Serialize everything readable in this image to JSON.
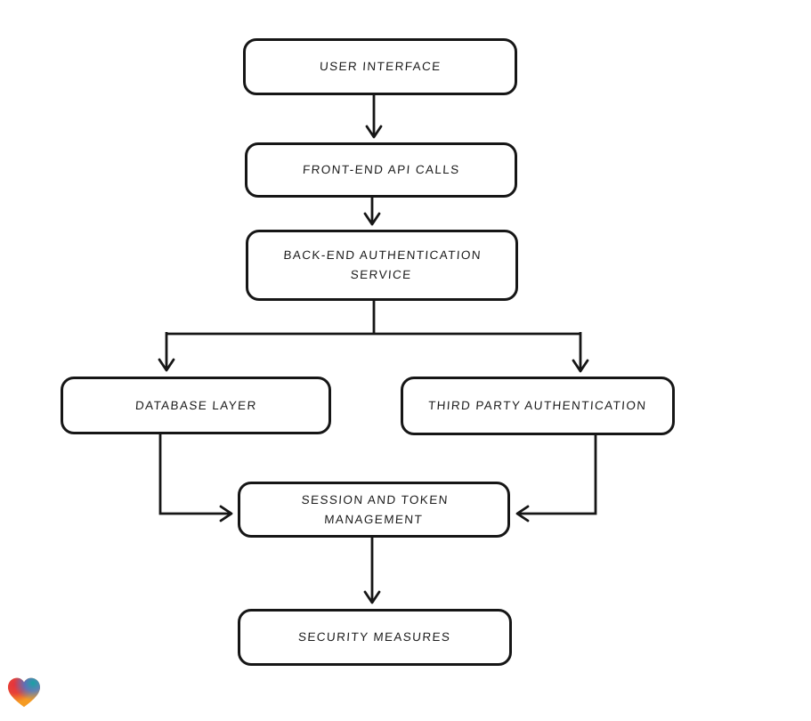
{
  "colors": {
    "background": "#ffffff",
    "stroke": "#161616",
    "text": "#1c1c1c",
    "logo_red": "#e5333c",
    "logo_teal": "#16a3a3",
    "logo_blue": "#3f7ad6",
    "logo_orange": "#f59b23"
  },
  "nodes": [
    {
      "id": "user-interface",
      "label": "USER INTERFACE"
    },
    {
      "id": "front-end-api-calls",
      "label": "FRONT-END API CALLS"
    },
    {
      "id": "back-end-authentication-service",
      "label": "BACK-END AUTHENTICATION SERVICE"
    },
    {
      "id": "database-layer",
      "label": "DATABASE LAYER"
    },
    {
      "id": "third-party-authentication",
      "label": "THIRD PARTY AUTHENTICATION"
    },
    {
      "id": "session-and-token-management",
      "label": "SESSION AND TOKEN MANAGEMENT"
    },
    {
      "id": "security-measures",
      "label": "SECURITY MEASURES"
    }
  ],
  "edges": [
    {
      "from": "user-interface",
      "to": "front-end-api-calls"
    },
    {
      "from": "front-end-api-calls",
      "to": "back-end-authentication-service"
    },
    {
      "from": "back-end-authentication-service",
      "to": "database-layer"
    },
    {
      "from": "back-end-authentication-service",
      "to": "third-party-authentication"
    },
    {
      "from": "database-layer",
      "to": "session-and-token-management"
    },
    {
      "from": "third-party-authentication",
      "to": "session-and-token-management"
    },
    {
      "from": "session-and-token-management",
      "to": "security-measures"
    }
  ],
  "logo": {
    "icon": "gradient-heart-icon"
  }
}
